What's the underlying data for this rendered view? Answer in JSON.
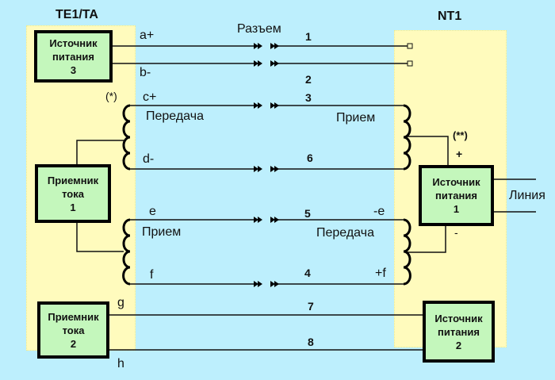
{
  "left_section": {
    "title": "TE1/TA",
    "boxes": [
      {
        "label": "Источник\nпитания\n3"
      },
      {
        "label": "Приемник\nтока\n1"
      },
      {
        "label": "Приемник\nтока\n2"
      }
    ],
    "footnote": "(*)",
    "transformer_labels": [
      "Передача",
      "Прием"
    ],
    "wire_labels": [
      "a+",
      "b-",
      "c+",
      "d-",
      "e",
      "f",
      "g",
      "h"
    ]
  },
  "right_section": {
    "title": "NT1",
    "boxes": [
      {
        "label": "Источник\nпитания\n1"
      },
      {
        "label": "Источник\nпитания\n2"
      }
    ],
    "footnote": "(**)",
    "plus": "+",
    "minus": "-",
    "transformer_labels": [
      "Прием",
      "Передача"
    ],
    "wire_labels": [
      "-e",
      "+f"
    ],
    "line_label": "Линия"
  },
  "connector": {
    "label": "Разъем",
    "pins": [
      "1",
      "2",
      "3",
      "6",
      "5",
      "4",
      "7",
      "8"
    ]
  }
}
